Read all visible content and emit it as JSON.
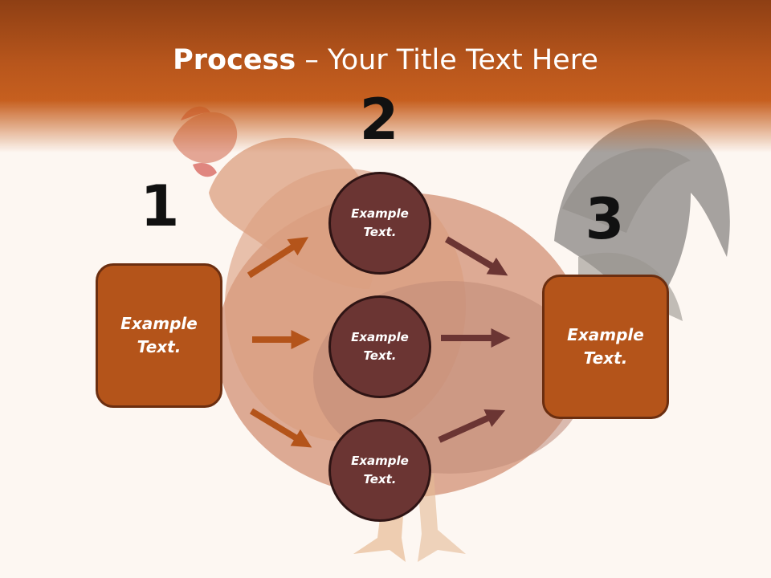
{
  "title": {
    "bold": "Process",
    "rest": " – Your Title Text Here"
  },
  "steps": [
    {
      "number": "1",
      "label": "Example\nText."
    },
    {
      "number": "2",
      "labels": [
        "Example\nText.",
        "Example\nText.",
        "Example\nText."
      ]
    },
    {
      "number": "3",
      "label": "Example\nText."
    }
  ],
  "colors": {
    "header": "#b8561c",
    "box": "#b4541a",
    "circle": "#6b3533",
    "arrow_left": "#b4541a",
    "arrow_right": "#6b3533"
  }
}
